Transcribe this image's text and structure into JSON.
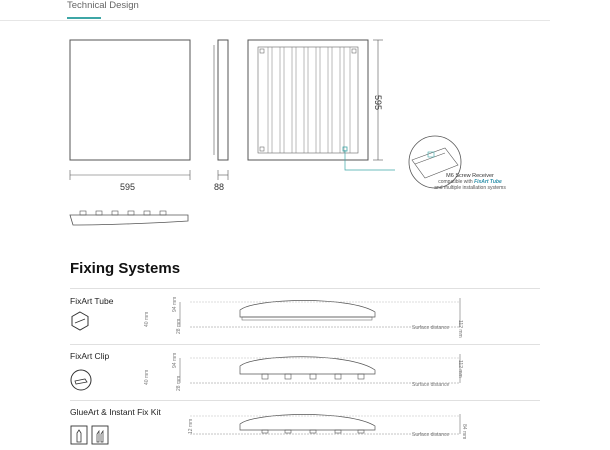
{
  "header": {
    "tab_label": "Technical Design"
  },
  "technical": {
    "width_label": "595",
    "depth_label": "88",
    "height_label": "595",
    "callout": {
      "title": "M6 Screw Receiver",
      "line1_prefix": "compatible with",
      "line1_brand": "FixArt Tube",
      "line2": "and multiple installation systems"
    }
  },
  "fixing": {
    "title": "Fixing Systems",
    "systems": [
      {
        "name": "FixArt Tube",
        "icon": "screw-hex-icon",
        "dim_40": "40 mm",
        "dim_28": "28 mm",
        "dim_94": "94 mm",
        "dim_112": "112 mm",
        "surface": "Surface distance"
      },
      {
        "name": "FixArt Clip",
        "icon": "clip-icon",
        "dim_40": "40 mm",
        "dim_28": "28 mm",
        "dim_94": "94 mm",
        "dim_112": "112 mm",
        "surface": "Surface distance"
      },
      {
        "name": "GlueArt & Instant Fix Kit",
        "icon": "glue-bottles-icon",
        "dim_12": "12 mm",
        "dim_84": "84 mm",
        "surface": "Surface distance"
      }
    ]
  },
  "colors": {
    "accent": "#3ea6a6",
    "line": "#555555",
    "divider": "#e0e0e0"
  }
}
